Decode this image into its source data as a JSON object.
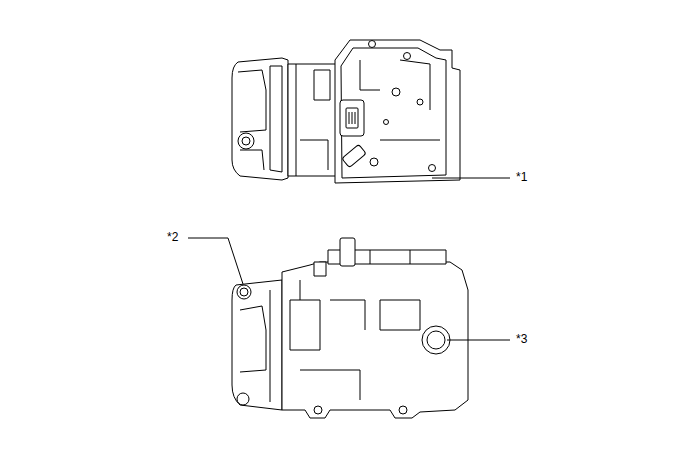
{
  "diagram": {
    "labels": [
      "*1",
      "*2",
      "*3"
    ]
  }
}
